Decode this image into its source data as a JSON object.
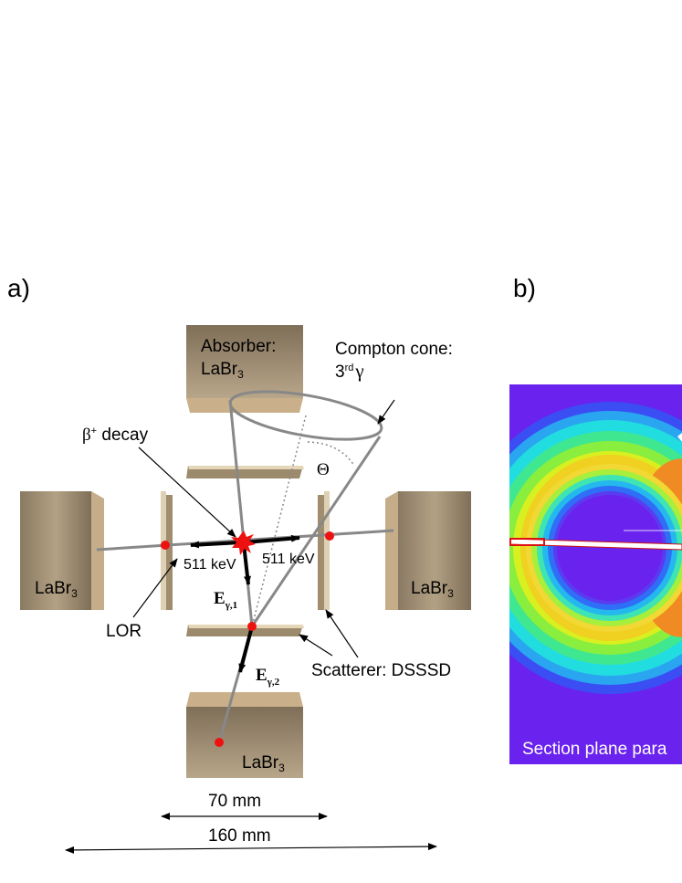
{
  "panel_a": {
    "label": "a)",
    "absorber_line1": "Absorber:",
    "absorber_line2": "LaBr",
    "absorber_sub": "3",
    "cone_line1": "Compton cone:",
    "cone_line2_pre": "3",
    "cone_line2_sup": "rd",
    "cone_line2_gamma": "γ",
    "beta_pre": "β",
    "beta_sup": "+",
    "beta_post": " decay",
    "theta": "Θ",
    "energy_left": "511 keV",
    "energy_right": "511 keV",
    "e1_main": "E",
    "e1_sub": "γ,1",
    "e2_main": "E",
    "e2_sub": "γ,2",
    "labr_left": "LaBr",
    "labr_right": "LaBr",
    "labr_bottom": "LaBr",
    "labr_sub": "3",
    "lor": "LOR",
    "scatterer": "Scatterer: DSSSD",
    "dim_70": "70 mm",
    "dim_160": "160 mm"
  },
  "panel_b": {
    "label": "b)",
    "caption": "Section plane para"
  },
  "colors": {
    "detector_dark": "#8c7a60",
    "detector_light": "#c5ad8a",
    "point": "#ee1111",
    "heatmap_bg": "#6a22ee"
  }
}
